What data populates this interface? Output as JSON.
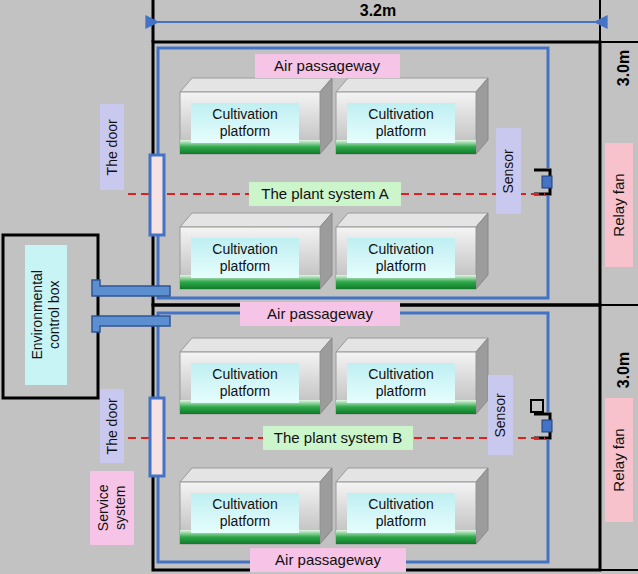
{
  "diagram": {
    "nodes": [
      {
        "text": [
          "Air passageway"
        ]
      },
      {
        "text": [
          "Cultivation platform"
        ]
      },
      {
        "text": [
          "Cultivation platform"
        ]
      },
      {
        "text": [
          "The door"
        ]
      },
      {
        "text": [
          "The plant system A"
        ]
      },
      {
        "text": [
          "Sensor"
        ]
      },
      {
        "text": [
          "Relay fan"
        ]
      },
      {
        "text": [
          "Environmental control box"
        ]
      },
      {
        "text": [
          "Cultivation platform"
        ]
      },
      {
        "text": [
          "Cultivation platform"
        ]
      },
      {
        "text": [
          "Air passageway"
        ]
      },
      {
        "text": [
          "Cultivation platform"
        ]
      },
      {
        "text": [
          "Cultivation platform"
        ]
      },
      {
        "text": [
          "The door"
        ]
      },
      {
        "text": [
          "The plant system B"
        ]
      },
      {
        "text": [
          "Sensor"
        ]
      },
      {
        "text": [
          "Relay fan"
        ]
      },
      {
        "text": [
          "Service system"
        ]
      },
      {
        "text": [
          "Cultivation platform"
        ]
      },
      {
        "text": [
          "Cultivation platform"
        ]
      },
      {
        "text": [
          "Air passageway"
        ]
      }
    ],
    "labels": [
      "3.2m",
      "3.0m",
      "3.0m"
    ]
  }
}
